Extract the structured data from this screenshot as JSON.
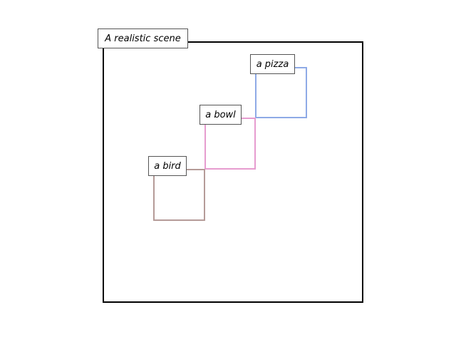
{
  "scene": {
    "title": "A realistic scene"
  },
  "objects": [
    {
      "label": "a pizza",
      "color": "#8eaae6"
    },
    {
      "label": "a bowl",
      "color": "#e69ccf"
    },
    {
      "label": "a bird",
      "color": "#b59b98"
    }
  ],
  "colors": {
    "frame": "#000000",
    "label_border": "#555555",
    "background": "#ffffff"
  }
}
